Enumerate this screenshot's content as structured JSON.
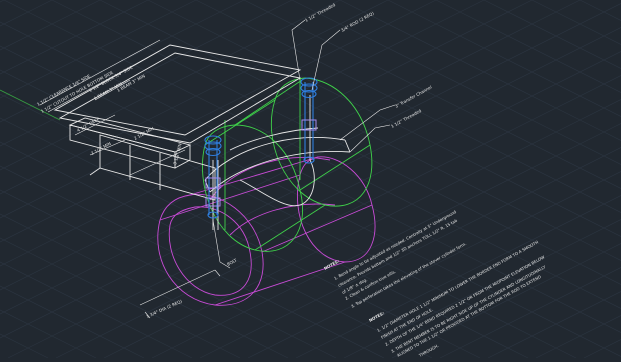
{
  "colors": {
    "background": "#212830",
    "grid": "#2c3540",
    "geometry": "#e8e8e8",
    "green_body": "#3fd14a",
    "magenta_body": "#c84bd6",
    "blue_fitting": "#2f7fe0",
    "ucs_y": "#3fd14a"
  },
  "dimensions": {
    "d1": "1 1/2\" CLEARANCE 1/4\" SIDE",
    "d2": "1 1/2\" CUTOUT TO HOLE BOTTOM SIDE",
    "d3": "1 1/2\" BLOCK 3/4\" SIDE",
    "d4": "1 BEAM 3\" MIN",
    "d5": "1 BEAM 3\" MIN",
    "d6": "4 1/2\" DEEP",
    "d7": "2 1/2\" MIN",
    "d8": "2 1/2\" MIN",
    "d9": "3 1/2\" MIN",
    "bottom": "1 3/4\" DIA (2 REQ)"
  },
  "leaders": {
    "l1": "1 1/2\" Threaded",
    "l2": "3/4\" ROD (2 REQ)",
    "l3": "3\" Transfer Channel",
    "l4": "1 1/2\" Threaded",
    "l5": "BOLT"
  },
  "notes": {
    "title1": "NOTES:",
    "n1": "1. Bend angle to be adjusted as needed. Centrally at 5\" Underground",
    "n1b": "clearance. Provide bottom and 1/2\" 3D anchors TOLL 1/2\" ft. 15 tab",
    "n1c": "of 1/8\" ± deg.",
    "n2": "2. Clean & confirm true ellis.",
    "n3": "3. Top perforation takes the elevating of the stover cylinder form.",
    "title2": "NOTES:",
    "m1": "1. 1/2\" DIAMETER HOLE 1 1/2\" MINIMUM TO LOWER THE BORDER END FORM TO A SMOOTH",
    "m1b": "FINISH AT THE END OF HOLE.",
    "m2": "2. DEPTH OF THE 1/4\" BEND REQUIRED 2 1/2\" OR FROM THE MIDPOINT ELEVATION BELOW",
    "m3": "3. THE BENT MEMBER IS TO BE RIGHT SIDE UP OF THE CYLINDER AND LONGITUDINALLY",
    "m3b": "ALIGNED TO THE 1 1/2\" OR PROVIDED AT THE BOTTOM FOR THE ROD TO EXTEND",
    "m3c": "THROUGH."
  }
}
